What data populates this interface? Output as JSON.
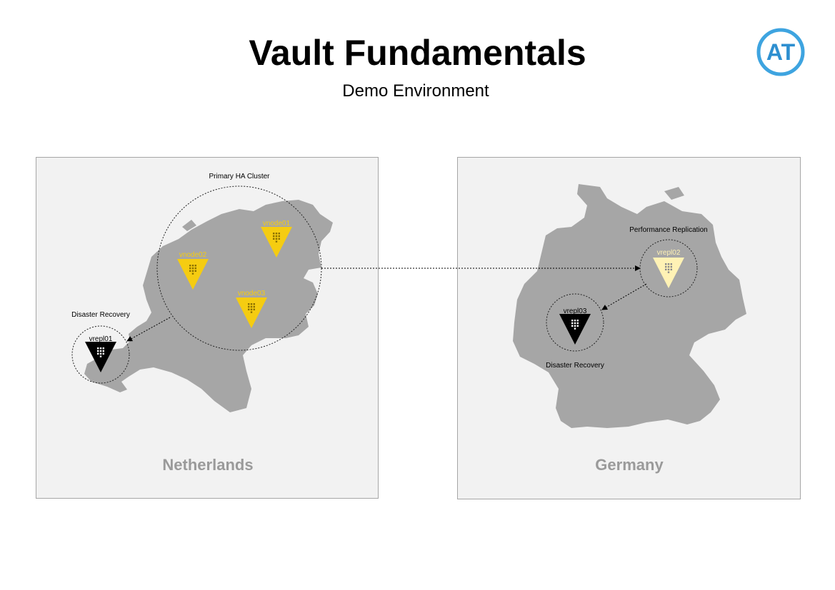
{
  "header": {
    "title": "Vault Fundamentals",
    "subtitle": "Demo Environment",
    "logo_text": "AT"
  },
  "colors": {
    "primary_node": "#f5cc11",
    "performance_node": "#fff2b5",
    "dr_node": "#000000",
    "map": "#a6a6a6",
    "panel": "#f2f2f2",
    "logo_blue": "#3ea4e0"
  },
  "panels": {
    "netherlands": {
      "label": "Netherlands",
      "cluster_label": "Primary HA Cluster",
      "dr_label": "Disaster Recovery",
      "nodes": [
        "vnode01",
        "vnode02",
        "vnode03"
      ],
      "dr_node": "vrepl01"
    },
    "germany": {
      "label": "Germany",
      "perf_label": "Performance Replication",
      "perf_node": "vrepl02",
      "dr_label": "Disaster Recovery",
      "dr_node": "vrepl03"
    }
  },
  "icons": {
    "vault_node": "vault-triangle-icon",
    "logo": "at-logo-icon"
  }
}
